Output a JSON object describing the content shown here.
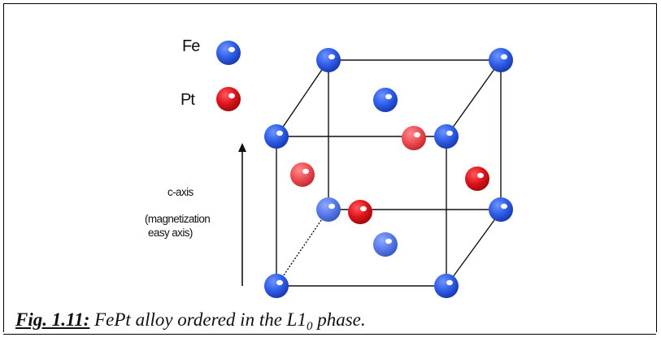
{
  "legend": {
    "fe": {
      "label": "Fe",
      "color": "#2f5ee8"
    },
    "pt": {
      "label": "Pt",
      "color": "#e0141c"
    }
  },
  "axis": {
    "line1": "c-axis",
    "line2": "(magnetization",
    "line3": "easy axis)"
  },
  "caption": {
    "fig_label": "Fig. 1.11:",
    "text": "FePt alloy ordered in the L1",
    "subscript": "0",
    "suffix": " phase."
  }
}
